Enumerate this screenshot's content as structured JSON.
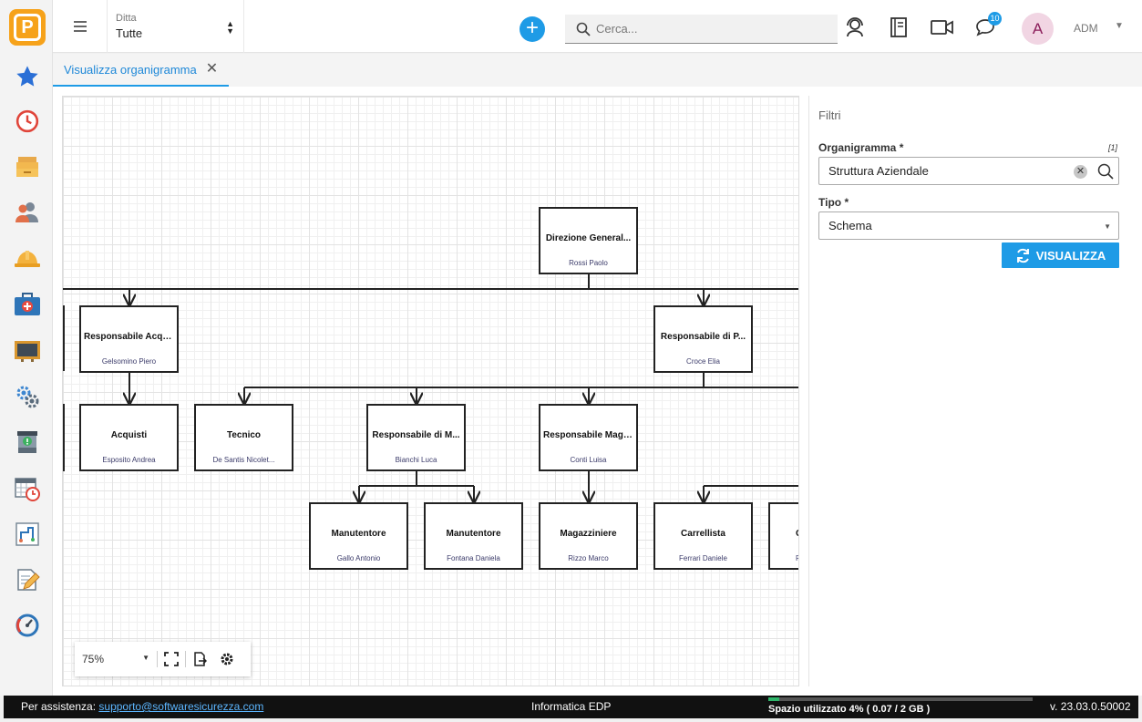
{
  "app": {
    "logo_icon": "app-logo-icon",
    "accent_color": "#1e9be6"
  },
  "header": {
    "menu_icon": "hamburger-menu-icon",
    "ditta_label": "Ditta",
    "ditta_value": "Tutte",
    "search_placeholder": "Cerca...",
    "chat_badge": "10",
    "avatar_letter": "A",
    "user_name": "ADM"
  },
  "sidebar": {
    "items": [
      {
        "icon": "favorites-star-icon"
      },
      {
        "icon": "history-clock-icon"
      },
      {
        "icon": "archive-boxes-icon"
      },
      {
        "icon": "people-icon"
      },
      {
        "icon": "hard-hat-icon"
      },
      {
        "icon": "first-aid-kit-icon"
      },
      {
        "icon": "presentation-board-icon"
      },
      {
        "icon": "settings-gears-icon"
      },
      {
        "icon": "alert-archive-icon"
      },
      {
        "icon": "calendar-clock-icon"
      },
      {
        "icon": "workflow-diagram-icon"
      },
      {
        "icon": "edit-document-icon"
      },
      {
        "icon": "gauge-icon"
      }
    ]
  },
  "tabs": [
    {
      "label": "Visualizza organigramma"
    }
  ],
  "orgchart": {
    "nodes": [
      {
        "title": "Direzione General...",
        "person": "Rossi Paolo"
      },
      {
        "title": "Responsabile Acqu...",
        "person": "Gelsomino Piero"
      },
      {
        "title": "Responsabile di P...",
        "person": "Croce Elia"
      },
      {
        "title": "Acquisti",
        "person": "Esposito Andrea"
      },
      {
        "title": "Tecnico",
        "person": "De Santis Nicolet..."
      },
      {
        "title": "Responsabile di M...",
        "person": "Bianchi Luca"
      },
      {
        "title": "Responsabile Maga...",
        "person": "Conti Luisa"
      },
      {
        "title": "Manutentore",
        "person": "Gallo Antonio"
      },
      {
        "title": "Manutentore",
        "person": "Fontana Daniela"
      },
      {
        "title": "Magazziniere",
        "person": "Rizzo Marco"
      },
      {
        "title": "Carrellista",
        "person": "Ferrari Daniele"
      },
      {
        "title": "C",
        "person": "F"
      }
    ],
    "toolbar": {
      "zoom": "75%"
    }
  },
  "filters": {
    "title": "Filtri",
    "organigramma_label": "Organigramma *",
    "organigramma_hint": "[1]",
    "organigramma_value": "Struttura Aziendale",
    "tipo_label": "Tipo *",
    "tipo_value": "Schema",
    "button_label": "VISUALIZZA"
  },
  "footer": {
    "help_text": "Per assistenza:",
    "help_email": "supporto@softwaresicurezza.com",
    "company": "Informatica EDP",
    "storage_text": "Spazio utilizzato 4% ( 0.07 / 2 GB )",
    "storage_fraction": 0.04,
    "version": "v. 23.03.0.50002"
  }
}
